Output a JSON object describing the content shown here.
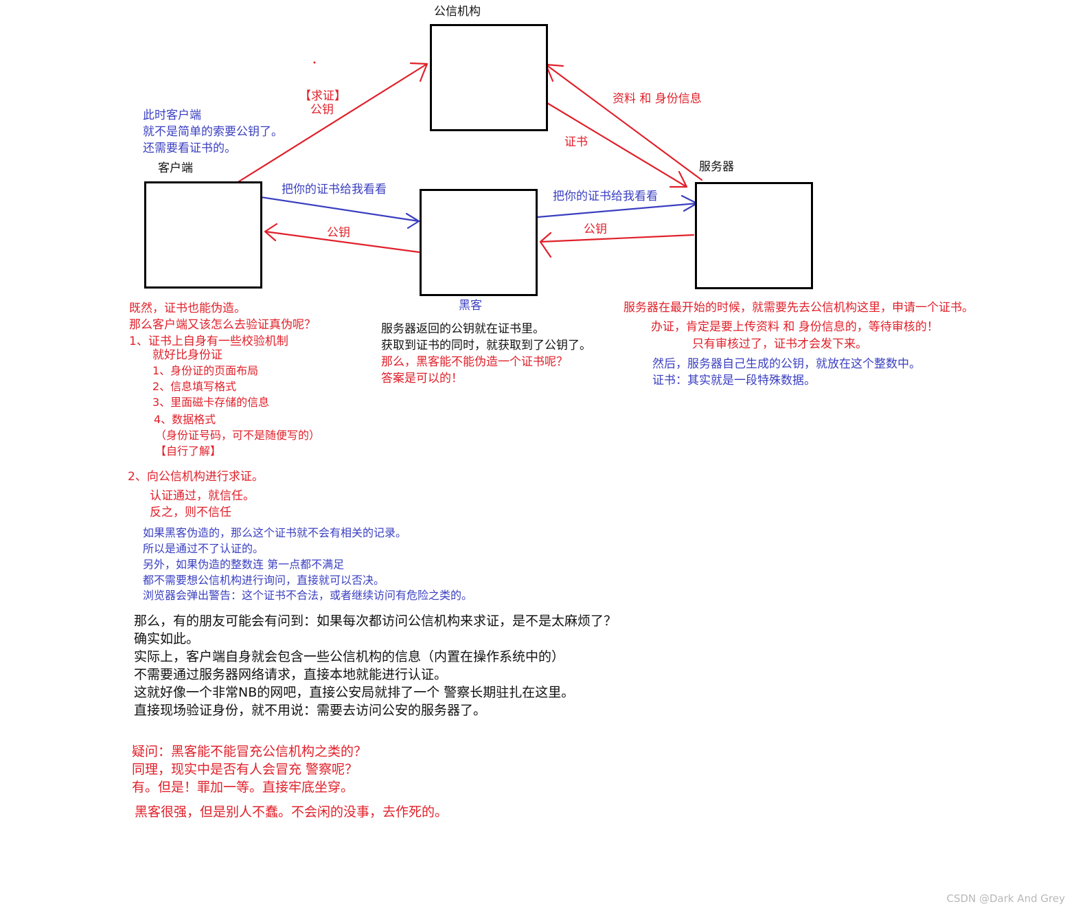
{
  "nodes": {
    "ca": "公信机构",
    "client": "客户端",
    "hacker": "黑客",
    "server": "服务器"
  },
  "edges": {
    "client_to_ca": [
      "【求证】",
      "公钥"
    ],
    "server_to_ca": "资料 和 身份信息",
    "ca_to_server": "证书",
    "client_to_hacker": "把你的证书给我看看",
    "hacker_to_client": "公钥",
    "hacker_to_server": "把你的证书给我看看",
    "server_to_hacker": "公钥"
  },
  "notes": {
    "client_top": [
      "此时客户端",
      "就不是简单的索要公钥了。",
      "还需要看证书的。"
    ],
    "left_verify": {
      "lines": [
        "既然，证书也能伪造。",
        "那么客户端又该怎么去验证真伪呢？",
        "1、证书上自身有一些校验机制",
        "就好比身份证",
        "1、身份证的页面布局",
        "2、信息填写格式",
        "3、里面磁卡存储的信息",
        "4、数据格式",
        "（身份证号码，可不是随便写的）",
        "【自行了解】",
        "2、向公信机构进行求证。",
        "认证通过，就信任。",
        "反之，则不信任"
      ],
      "blue": [
        "如果黑客伪造的，那么这个证书就不会有相关的记录。",
        "所以是通过不了认证的。",
        "另外，如果伪造的整数连 第一点都不满足",
        "都不需要想公信机构进行询问，直接就可以否决。",
        "浏览器会弹出警告：这个证书不合法，或者继续访问有危险之类的。"
      ]
    },
    "hacker_notes": {
      "black": [
        "服务器返回的公钥就在证书里。",
        "获取到证书的同时，就获取到了公钥了。"
      ],
      "red": [
        "那么，黑客能不能伪造一个证书呢？",
        "答案是可以的！"
      ]
    },
    "server_notes": {
      "red": [
        "服务器在最开始的时候，就需要先去公信机构这里，申请一个证书。",
        "办证，肯定是要上传资料 和 身份信息的，等待审核的！",
        "只有审核过了，证书才会发下来。"
      ],
      "blue": [
        "然后，服务器自己生成的公钥，就放在这个整数中。",
        "证书：其实就是一段特殊数据。"
      ]
    },
    "faq": [
      "那么，有的朋友可能会有问到：如果每次都访问公信机构来求证，是不是太麻烦了？",
      "确实如此。",
      "实际上，客户端自身就会包含一些公信机构的信息（内置在操作系统中的）",
      "不需要通过服务器网络请求，直接本地就能进行认证。",
      "这就好像一个非常NB的网吧，直接公安局就排了一个 警察长期驻扎在这里。",
      "直接现场验证身份，就不用说：需要去访问公安的服务器了。"
    ],
    "doubt": [
      "疑问：黑客能不能冒充公信机构之类的？",
      "同理，现实中是否有人会冒充 警察呢？",
      "有。但是！罪加一等。直接牢底坐穿。",
      "黑客很强，但是别人不蠢。不会闲的没事，去作死的。"
    ]
  },
  "watermark": "CSDN @Dark And Grey",
  "colors": {
    "red": "#e0202a",
    "blue": "#3a3fc0",
    "black": "#111111"
  }
}
